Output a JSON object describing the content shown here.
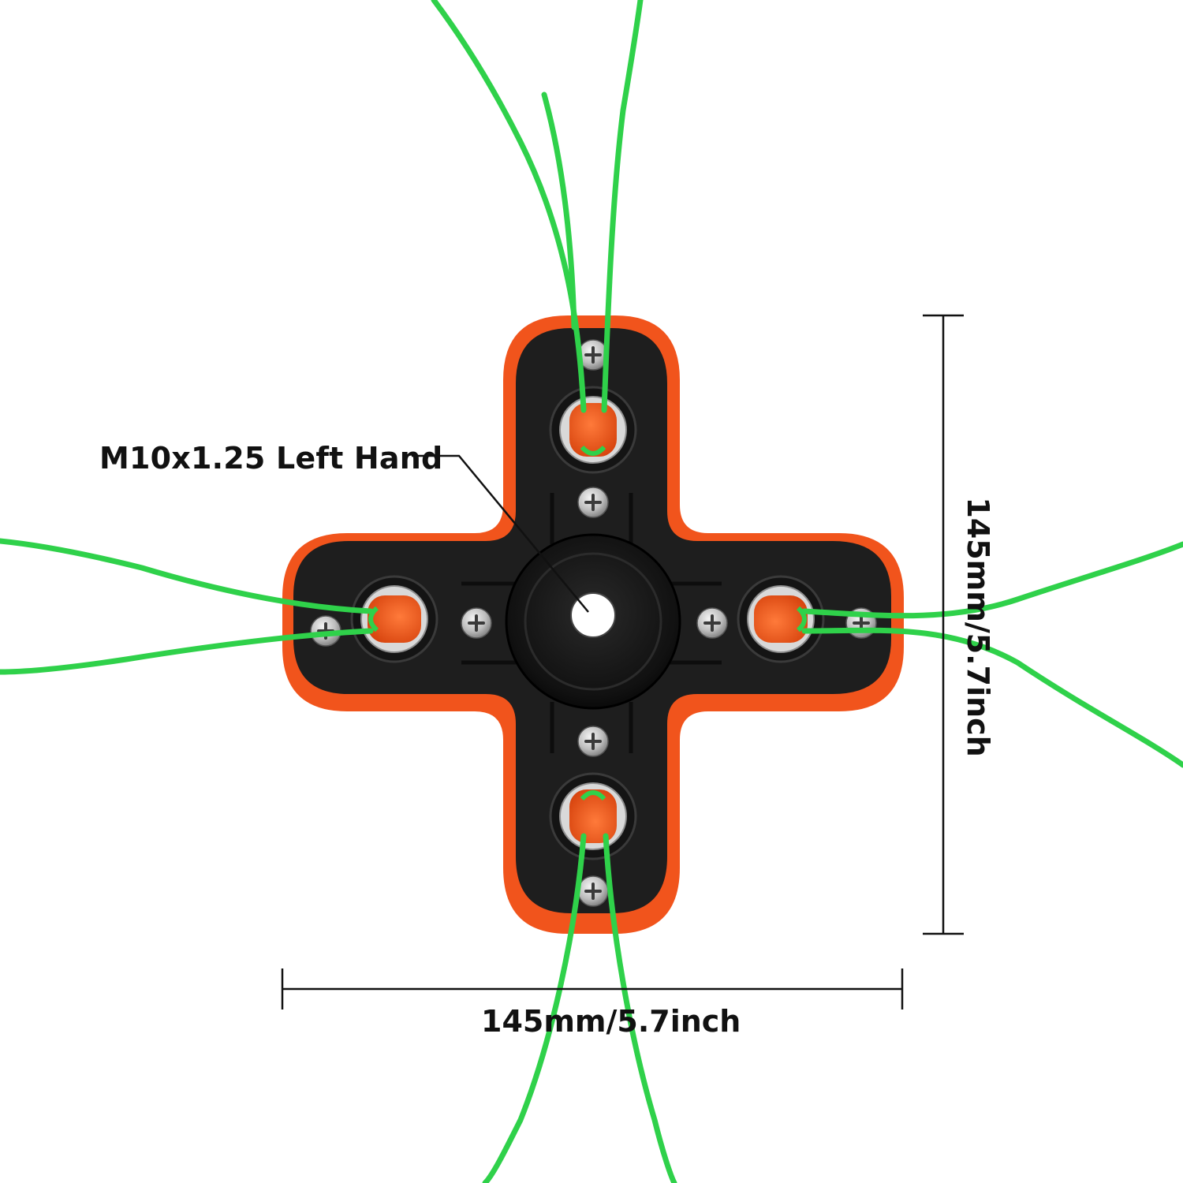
{
  "product": {
    "thread_annotation": "M10x1.25 Left Hand",
    "width_dimension": "145mm/5.7inch",
    "height_dimension": "145mm/5.7inch"
  },
  "colors": {
    "background": "#ffffff",
    "body_black": "#1e1e1e",
    "rim_orange": "#f1541c",
    "line_green": "#2fd14a",
    "eyelet_orange": "#ee5a1c",
    "screw_silver": "#c8c8c8",
    "dimension_line": "#111111"
  },
  "icons": [
    "cross-head-screw-icon",
    "trimmer-line-eyelet-icon"
  ]
}
